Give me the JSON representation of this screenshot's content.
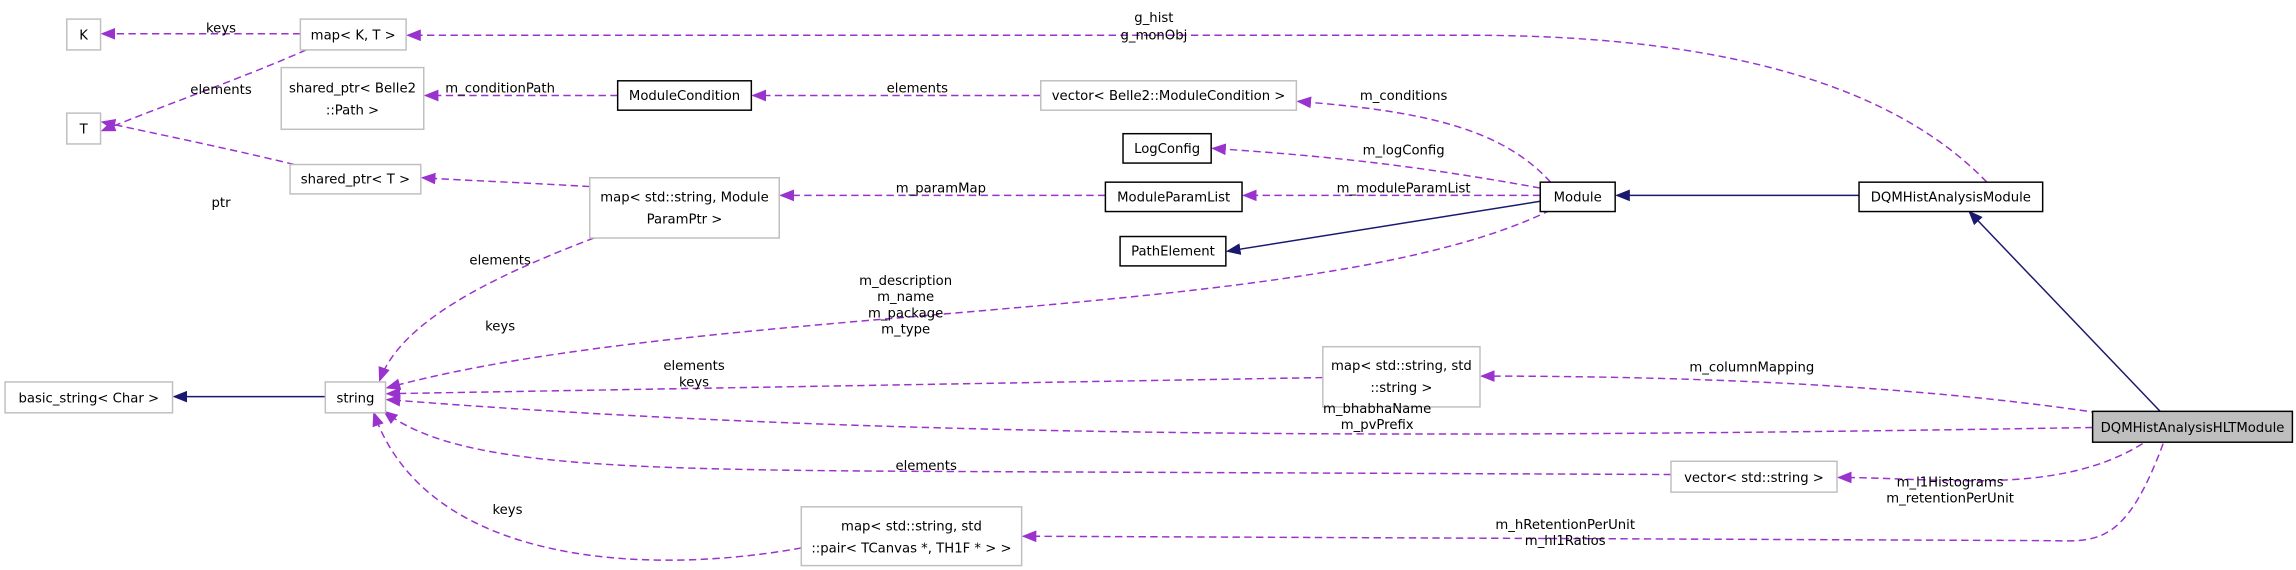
{
  "colors": {
    "usage_edge": "#9a32cd",
    "inheritance_edge": "#191970",
    "focus_fill": "#bfbfbf"
  },
  "nodes": {
    "k": {
      "lines": [
        "K"
      ]
    },
    "map_k_t": {
      "lines": [
        "map< K, T >"
      ]
    },
    "t": {
      "lines": [
        "T"
      ]
    },
    "shared_ptr_path": {
      "lines": [
        "shared_ptr< Belle2",
        "::Path >"
      ]
    },
    "module_condition": {
      "lines": [
        "ModuleCondition"
      ]
    },
    "vector_module_condition": {
      "lines": [
        "vector< Belle2::ModuleCondition >"
      ]
    },
    "log_config": {
      "lines": [
        "LogConfig"
      ]
    },
    "shared_ptr_t": {
      "lines": [
        "shared_ptr< T >"
      ]
    },
    "map_param_ptr": {
      "lines": [
        "map< std::string, Module",
        "ParamPtr >"
      ]
    },
    "module_param_list": {
      "lines": [
        "ModuleParamList"
      ]
    },
    "module": {
      "lines": [
        "Module"
      ]
    },
    "dqm_hist_analysis_module": {
      "lines": [
        "DQMHistAnalysisModule"
      ]
    },
    "path_element": {
      "lines": [
        "PathElement"
      ]
    },
    "basic_string": {
      "lines": [
        "basic_string< Char >"
      ]
    },
    "string": {
      "lines": [
        "string"
      ]
    },
    "map_string_string": {
      "lines": [
        "map< std::string, std",
        "::string >"
      ]
    },
    "dqm_hist_analysis_hlt_module": {
      "lines": [
        "DQMHistAnalysisHLTModule"
      ]
    },
    "vector_string": {
      "lines": [
        "vector< std::string >"
      ]
    },
    "map_string_pair": {
      "lines": [
        "map< std::string, std",
        "::pair< TCanvas *, TH1F * > >"
      ]
    }
  },
  "edge_labels": {
    "mapkt_k": [
      "keys"
    ],
    "mapkt_t": [
      "elements"
    ],
    "sharedt_t": [
      "ptr"
    ],
    "module_mapkt": [
      "g_hist",
      "g_monObj"
    ],
    "cond_path": [
      "m_conditionPath"
    ],
    "vec_cond": [
      "elements"
    ],
    "module_vec": [
      "m_conditions"
    ],
    "module_log": [
      "m_logConfig"
    ],
    "module_plist": [
      "m_moduleParamList"
    ],
    "plist_map": [
      "m_paramMap"
    ],
    "map_shared": [
      "elements"
    ],
    "map_string_keys": [
      "keys"
    ],
    "module_string": [
      "m_description",
      "m_name",
      "m_package",
      "m_type"
    ],
    "mss_string": [
      "elements",
      "keys"
    ],
    "hlt_mss": [
      "m_columnMapping"
    ],
    "hlt_string": [
      "m_bhabhaName",
      "m_pvPrefix"
    ],
    "vecs_string": [
      "elements"
    ],
    "hlt_vecs": [
      "m_l1Histograms",
      "m_retentionPerUnit"
    ],
    "hlt_pair": [
      "m_hRetentionPerUnit",
      "m_hl1Ratios"
    ],
    "pair_string": [
      "keys"
    ]
  }
}
